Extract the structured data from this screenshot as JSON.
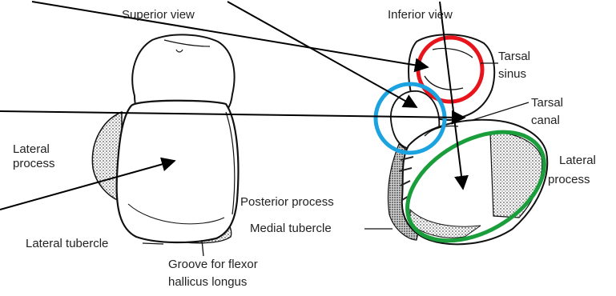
{
  "headings": {
    "superior": "Superior view",
    "inferior": "Inferior view"
  },
  "labels": {
    "lateral_process_left_1": "Lateral",
    "lateral_process_left_2": "process",
    "lateral_tubercle": "Lateral tubercle",
    "groove_1": "Groove for flexor",
    "groove_2": "hallicus longus",
    "posterior_process": "Posterior process",
    "medial_tubercle": "Medial tubercle",
    "tarsal_sinus_1": "Tarsal",
    "tarsal_sinus_2": "sinus",
    "tarsal_canal_1": "Tarsal",
    "tarsal_canal_2": "canal",
    "lateral_process_right_1": "Lateral",
    "lateral_process_right_2": "process"
  },
  "highlights": {
    "red": "#e8141c",
    "blue": "#1aa3e0",
    "green": "#1a9e3c"
  },
  "colors": {
    "ink": "#111111",
    "stipple": "#9a9a9a"
  }
}
